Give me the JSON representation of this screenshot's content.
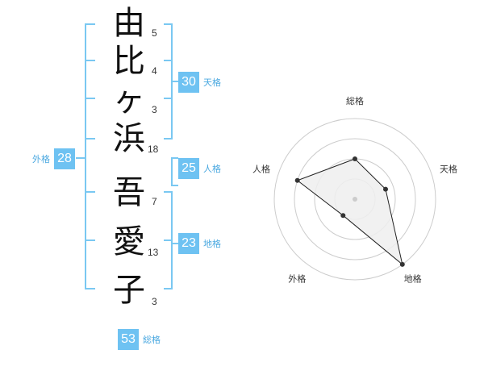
{
  "name": {
    "characters": [
      {
        "char": "由",
        "strokes": "5"
      },
      {
        "char": "比",
        "strokes": "4"
      },
      {
        "char": "ヶ",
        "strokes": "3"
      },
      {
        "char": "浜",
        "strokes": "18"
      },
      {
        "char": "吾",
        "strokes": "7"
      },
      {
        "char": "愛",
        "strokes": "13"
      },
      {
        "char": "子",
        "strokes": "3"
      }
    ]
  },
  "fortunes": {
    "tenkaku": {
      "value": "30",
      "label": "天格"
    },
    "jinkaku": {
      "value": "25",
      "label": "人格"
    },
    "chikaku": {
      "value": "23",
      "label": "地格"
    },
    "gaikaku": {
      "value": "28",
      "label": "外格"
    },
    "soukaku": {
      "value": "53",
      "label": "総格"
    }
  },
  "radar": {
    "axes": [
      "総格",
      "天格",
      "地格",
      "外格",
      "人格"
    ],
    "levels": 4,
    "values": [
      0.5,
      0.4,
      1.0,
      0.25,
      0.75
    ],
    "colors": {
      "grid": "#cccccc",
      "fill": "#eeeeee",
      "line": "#222222",
      "center": "#cccccc"
    }
  },
  "colors": {
    "accent": "#6ec2f2",
    "accent_text": "#4aa8e0"
  }
}
